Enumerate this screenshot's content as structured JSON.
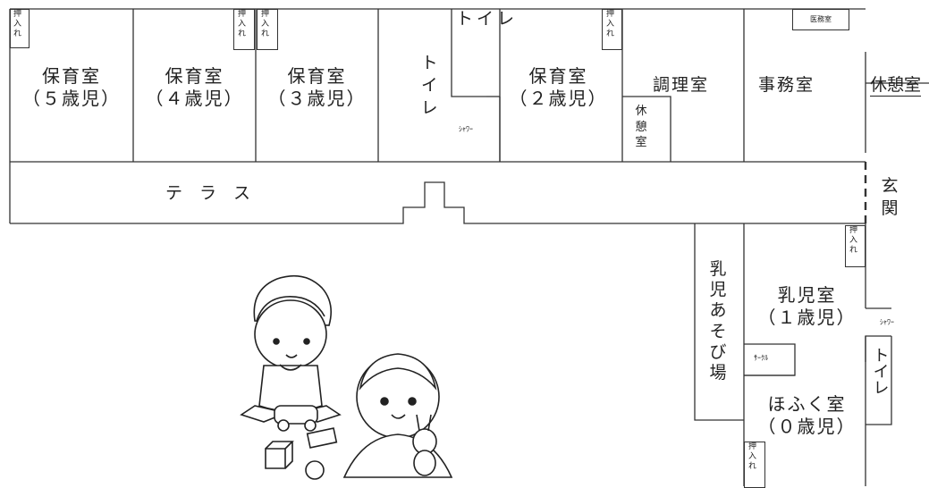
{
  "floor_plan": {
    "rooms": {
      "hoiku5": [
        "保育室",
        "（５歳児）"
      ],
      "hoiku4": [
        "保育室",
        "（４歳児）"
      ],
      "hoiku3": [
        "保育室",
        "（３歳児）"
      ],
      "hoiku2": [
        "保育室",
        "（２歳児）"
      ],
      "toilet_top": "トイレ",
      "toilet_left": "トイレ",
      "toilet_right": "トイレ",
      "shower_top": "ｼｬﾜｰ",
      "shower_right": "ｼｬﾜｰ",
      "chori": "調理室",
      "kyukei_small": "休憩室",
      "jimu": "事務室",
      "kyukei_right": "休憩室",
      "iryo": "医務室",
      "terrace": "テ　ラ　ス",
      "genkan": "玄関",
      "nyuji_asobiba": "乳児あそび場",
      "nyuji1": [
        "乳児室",
        "（１歳児）"
      ],
      "circle": "ｻｰｸﾙ",
      "hofuku0": [
        "ほふく室",
        "（０歳児）"
      ],
      "oshiire": "押入れ"
    },
    "illustration": {
      "subject": "children-playing",
      "items": [
        "boy-with-toy-car",
        "girl-with-rabbit-doll",
        "toy-blocks",
        "ball"
      ]
    }
  }
}
